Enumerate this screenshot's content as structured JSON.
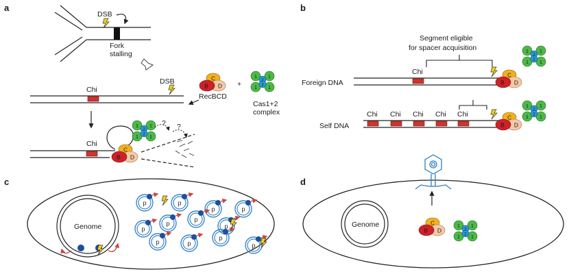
{
  "panels": {
    "a": {
      "letter": "a",
      "dsb_top": "DSB",
      "fork_stalling_line1": "Fork",
      "fork_stalling_line2": "stalling",
      "dsb_mid": "DSB",
      "chi_top": "Chi",
      "recbcd": "RecBCD",
      "plus": "+",
      "cas_line1": "Cas1+2",
      "cas_line2": "complex",
      "chi_bottom": "Chi",
      "question": "?"
    },
    "b": {
      "letter": "b",
      "segment_line1": "Segment eligible",
      "segment_line2": "for spacer acquisition",
      "foreign_dna": "Foreign DNA",
      "self_dna": "Self DNA",
      "chi": "Chi"
    },
    "c": {
      "letter": "c",
      "genome": "Genome",
      "plasmid": "p"
    },
    "d": {
      "letter": "d",
      "genome": "Genome"
    }
  },
  "protein_labels": {
    "b": "B",
    "c": "C",
    "d": "D",
    "cas1": "1",
    "cas2": "2"
  },
  "colors": {
    "recB": "#d0202a",
    "recC": "#f2b020",
    "recD": "#f5c9a8",
    "cas1": "#4cb848",
    "cas2": "#2a9ad8",
    "chi": "#d0342c",
    "plasmid": "#3b86c8",
    "origin_dot": "#1e4f9a",
    "red_arrow": "#c8473d",
    "phage": "#2a7fc0",
    "lightning": "#f2d21a"
  }
}
